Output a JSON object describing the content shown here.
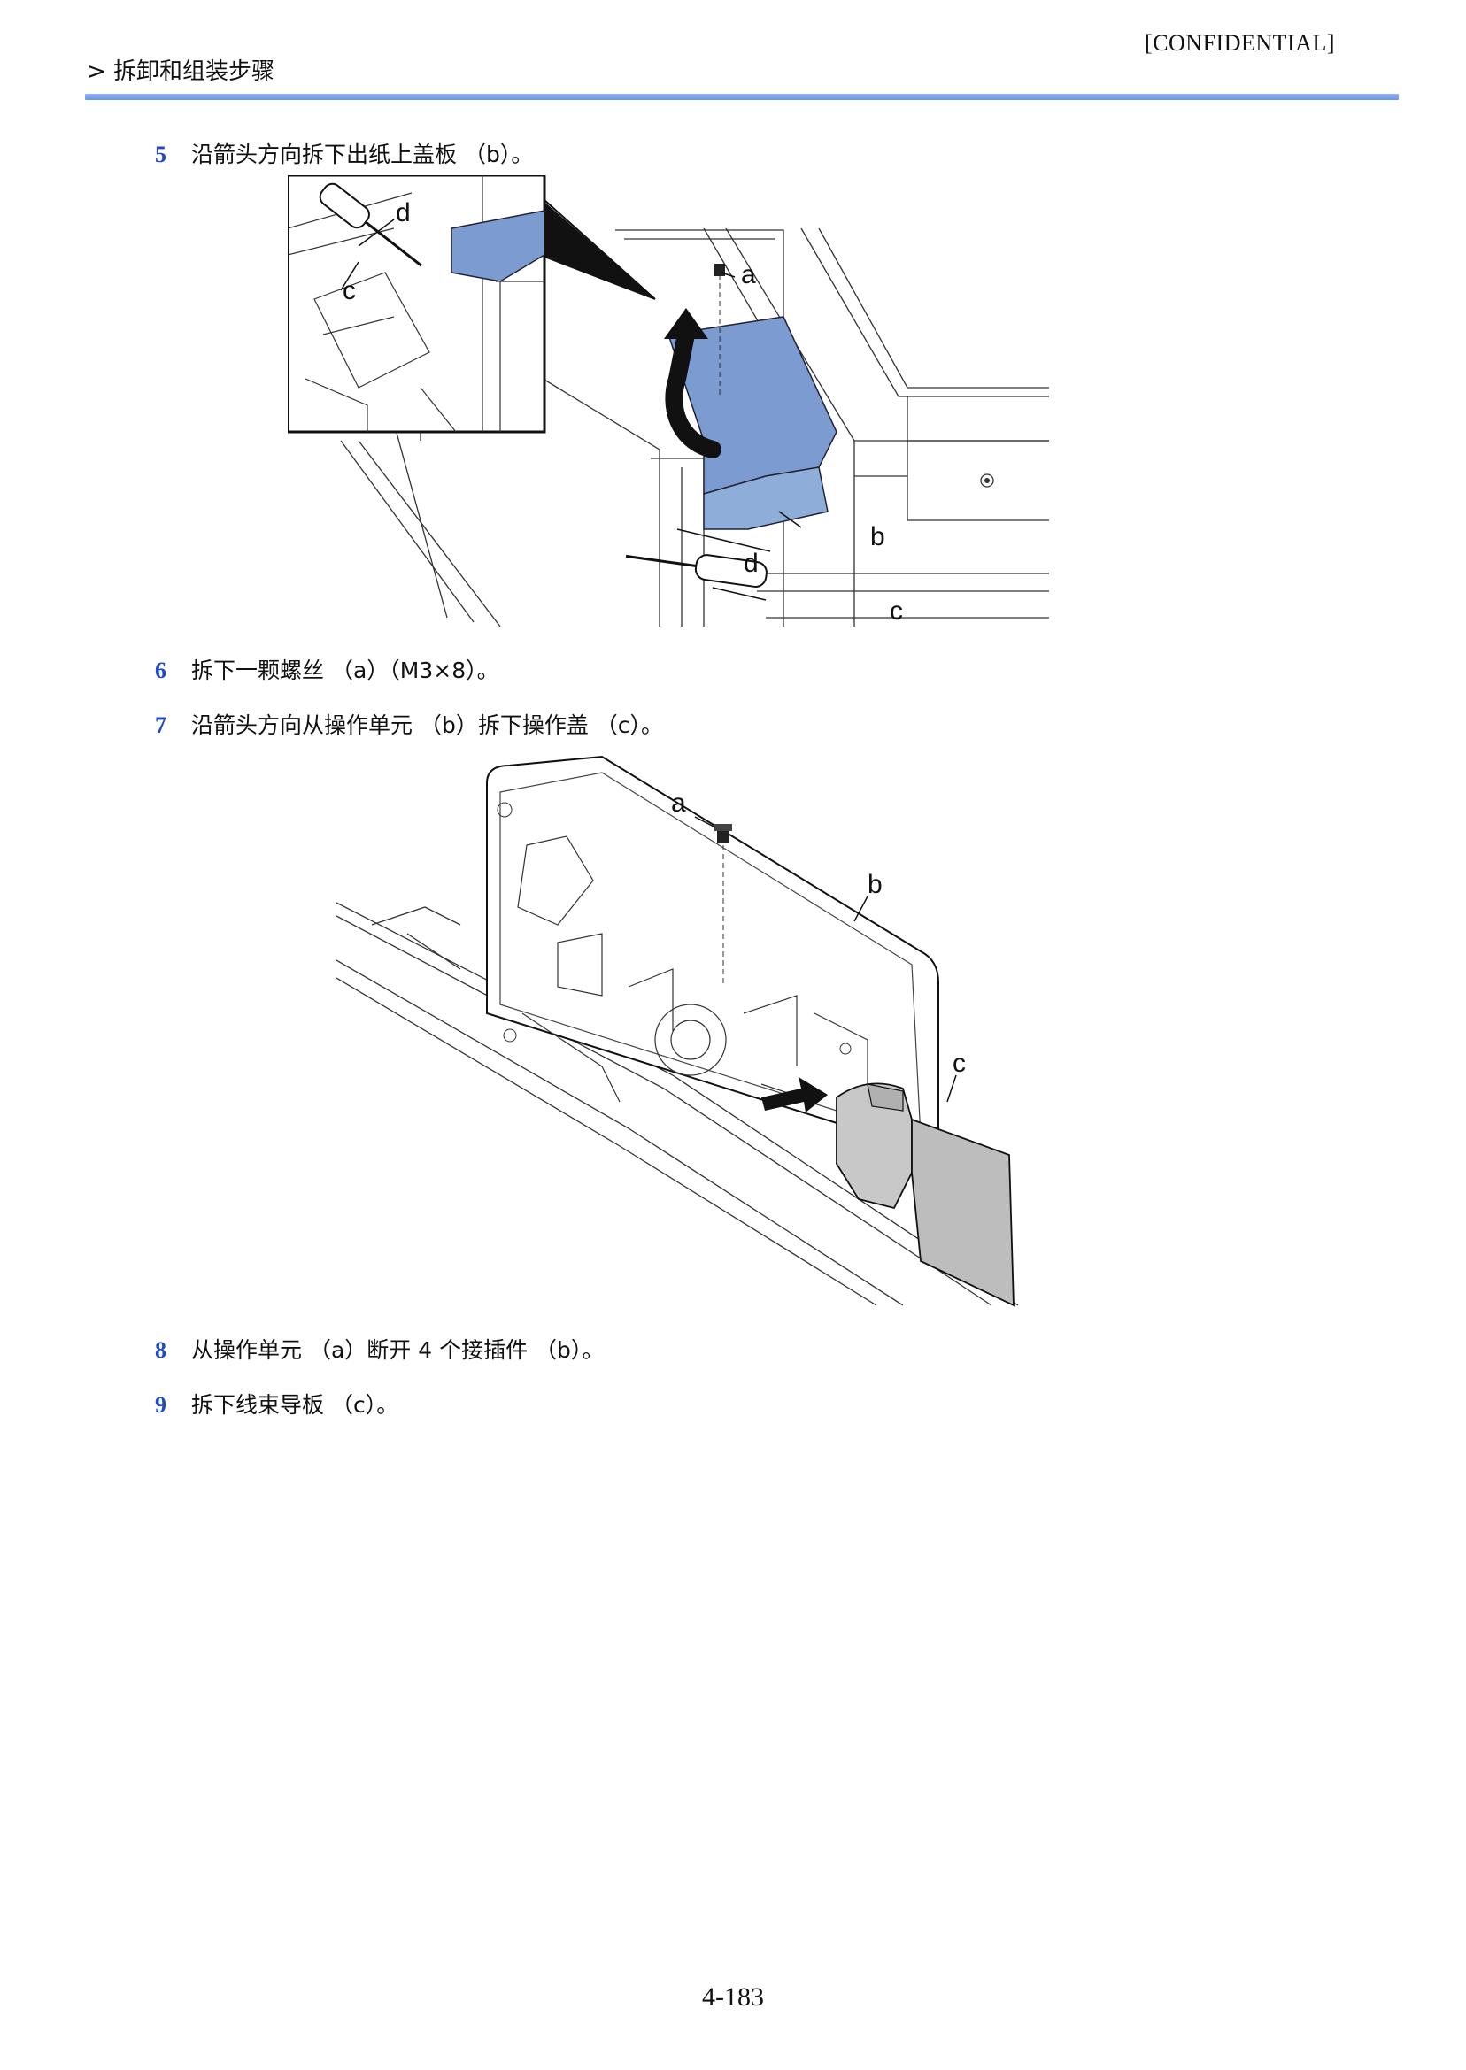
{
  "header": {
    "breadcrumb": "> 拆卸和组装步骤",
    "confidential": "[CONFIDENTIAL]"
  },
  "steps": [
    {
      "num": "5",
      "text": "沿箭头方向拆下出纸上盖板 （b）。"
    },
    {
      "num": "6",
      "text": "拆下一颗螺丝 （a）（M3×8）。"
    },
    {
      "num": "7",
      "text": "沿箭头方向从操作单元 （b）拆下操作盖 （c）。"
    },
    {
      "num": "8",
      "text": "从操作单元 （a）断开 4 个接插件 （b）。"
    },
    {
      "num": "9",
      "text": "拆下线束导板 （c）。"
    }
  ],
  "figure1": {
    "labels": {
      "a": "a",
      "b": "b",
      "c": "c",
      "d": "d",
      "c2": "c",
      "d2": "d"
    }
  },
  "figure2": {
    "labels": {
      "a": "a",
      "b": "b",
      "c": "c"
    }
  },
  "colors": {
    "highlight_blue": "#7b9bd1",
    "highlight_gray": "#c8c8c8",
    "step_number": "#1f49c9",
    "rule": "#7aa2ee"
  },
  "footer": {
    "page_number": "4-183"
  }
}
